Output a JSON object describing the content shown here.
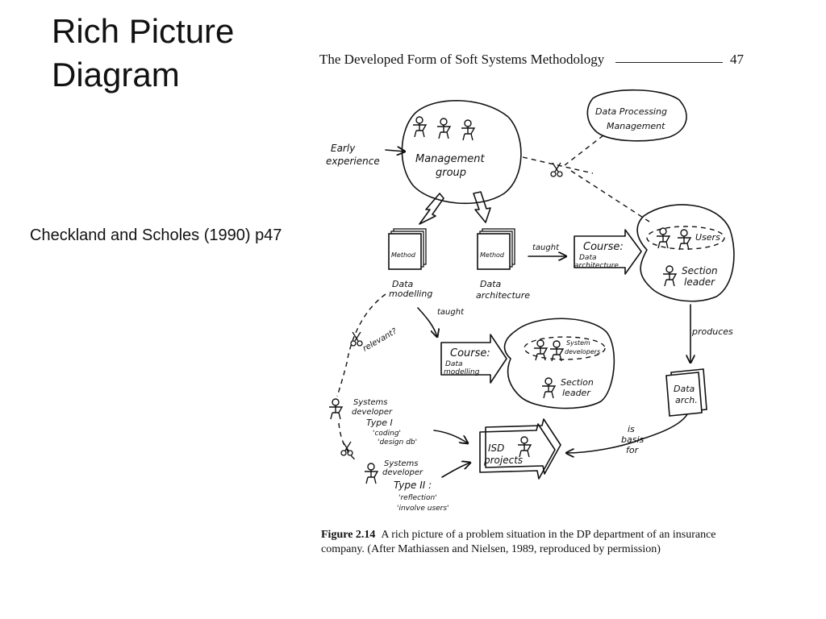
{
  "slide": {
    "title_line1": "Rich Picture",
    "title_line2": "Diagram",
    "citation": "Checkland and Scholes (1990) p47"
  },
  "page_header": {
    "title": "The Developed Form of Soft Systems Methodology",
    "page_number": "47"
  },
  "diagram": {
    "early_experience": [
      "Early",
      "experience"
    ],
    "management_group": [
      "Management",
      "group"
    ],
    "dp_management": [
      "Data Processing",
      "Management"
    ],
    "method_label": "Method",
    "data_modelling": [
      "Data",
      "modelling"
    ],
    "data_architecture": [
      "Data",
      "architecture"
    ],
    "taught_1": "taught",
    "taught_2": "taught",
    "course_data_arch": [
      "Course:",
      "Data",
      "architecture"
    ],
    "users": "Users",
    "section_leader_1": [
      "Section",
      "leader"
    ],
    "relevant": "relevant?",
    "course_data_modelling": [
      "Course:",
      "Data",
      "modelling"
    ],
    "system_developers": [
      "System",
      "developers"
    ],
    "section_leader_2": [
      "Section",
      "leader"
    ],
    "produces": "produces",
    "data_arch_doc": [
      "Data",
      "arch."
    ],
    "sys_dev_type1": [
      "Systems",
      "developer",
      "Type I",
      "'coding'",
      "'design db'"
    ],
    "sys_dev_type2": [
      "Systems",
      "developer",
      "Type II :",
      "'reflection'",
      "'involve users'"
    ],
    "is_basis_for": [
      "is",
      "basis",
      "for"
    ],
    "isd_projects": [
      "ISD",
      "projects"
    ]
  },
  "caption": {
    "label": "Figure 2.14",
    "text": "A rich picture of a problem situation in the DP department of an insurance company. (After Mathiassen and Nielsen, 1989, reproduced by permission)"
  }
}
